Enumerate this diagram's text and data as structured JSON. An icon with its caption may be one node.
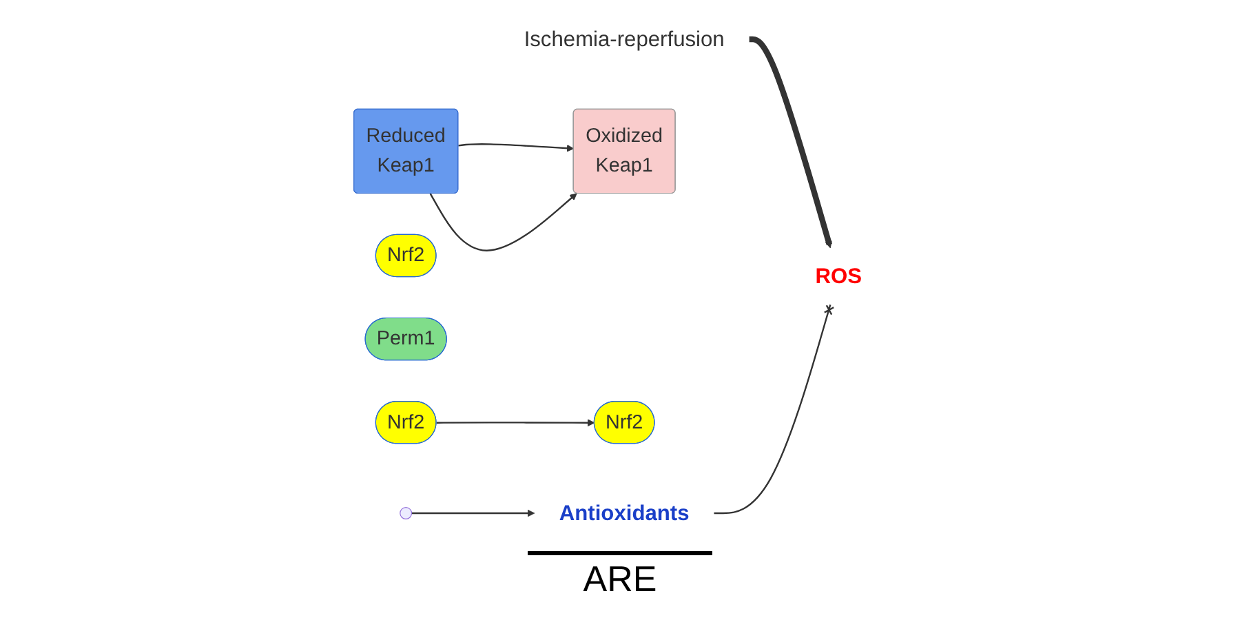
{
  "diagram": {
    "nodes": [
      {
        "text": [
          "Ischemia-reperfusion"
        ]
      },
      {
        "text": [
          "ROS"
        ]
      },
      {
        "text": [
          "Reduced",
          "Keap1"
        ]
      },
      {
        "text": [
          "Nrf2"
        ]
      },
      {
        "text": [
          "Perm1"
        ]
      },
      {
        "text": [
          "Oxidized",
          "Keap1"
        ]
      },
      {
        "text": [
          "Nrf2"
        ]
      },
      {
        "text": [
          "Nrf2"
        ]
      },
      {
        "text": [
          "Antioxidants"
        ]
      }
    ],
    "edges": [
      {
        "from": 0,
        "to": 1,
        "arrow": "to",
        "style": "thick"
      },
      {
        "from": 2,
        "to": 5,
        "arrow": "to"
      },
      {
        "from": 2,
        "to": 5,
        "arrow": "to"
      },
      {
        "from": 6,
        "to": 7,
        "arrow": "to"
      },
      {
        "from": null,
        "to": 8,
        "arrow": "to"
      },
      {
        "from": 8,
        "to": 1,
        "arrow": "other"
      }
    ],
    "labels": [
      "ARE"
    ]
  }
}
